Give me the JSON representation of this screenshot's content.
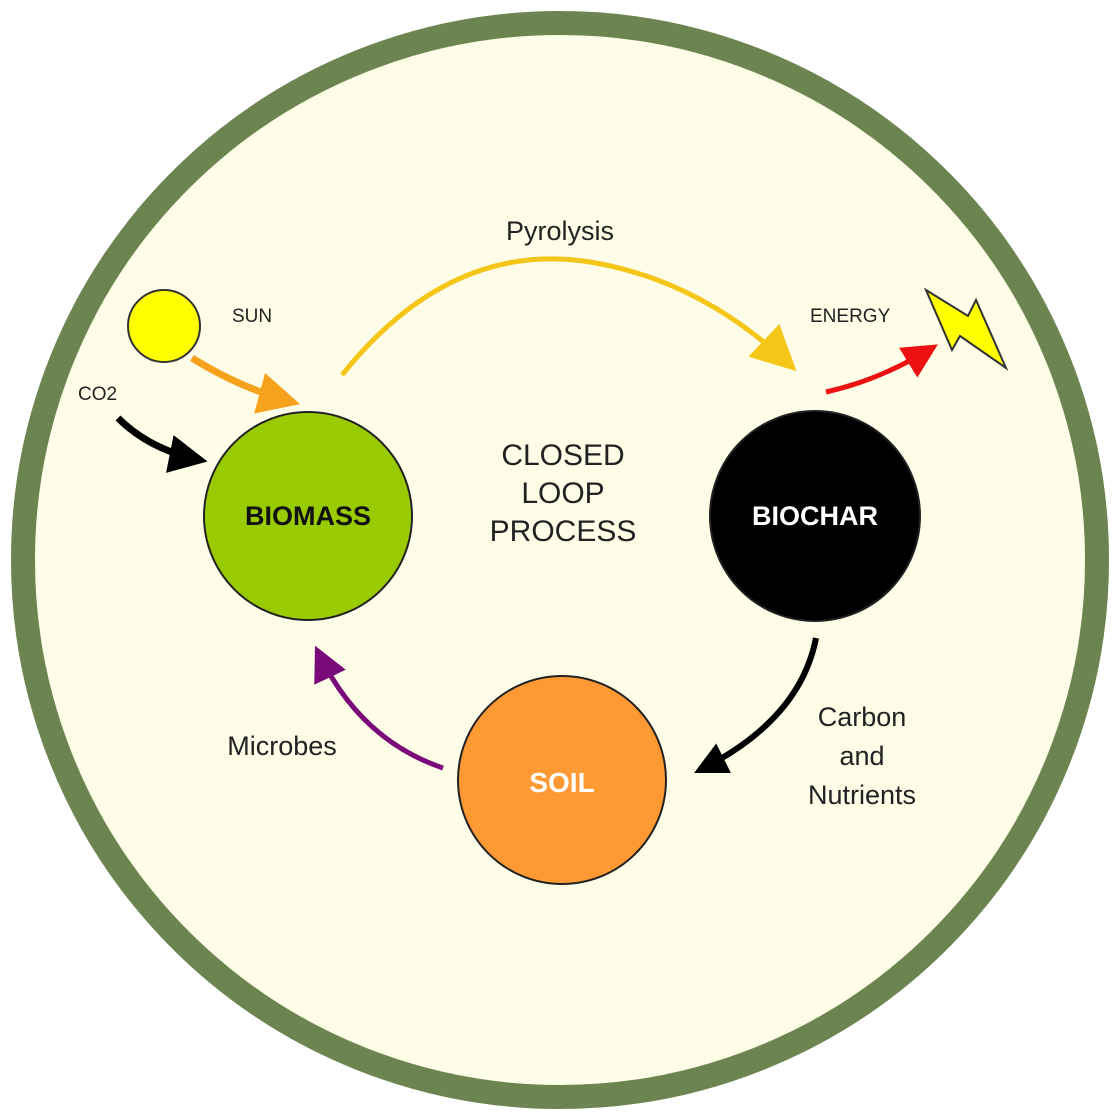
{
  "center_text": {
    "line1": "CLOSED",
    "line2": "LOOP",
    "line3": "PROCESS"
  },
  "nodes": {
    "biomass": "BIOMASS",
    "biochar": "BIOCHAR",
    "soil": "SOIL"
  },
  "labels": {
    "sun": "SUN",
    "co2": "CO2",
    "energy": "ENERGY",
    "pyrolysis": "Pyrolysis",
    "carbon_line1": "Carbon",
    "carbon_line2": "and",
    "carbon_line3": "Nutrients",
    "microbes": "Microbes"
  },
  "colors": {
    "ring": "#6b8450",
    "background": "#fdfde8",
    "biomass": "#99cc00",
    "biochar": "#000000",
    "soil": "#ff9933",
    "sun": "#ffff00",
    "pyrolysis_arrow": "#f5c518",
    "sun_arrow": "#f7a21c",
    "energy_arrow": "#ee1111",
    "microbes_arrow": "#7a0a7a",
    "bolt": "#ffff00"
  }
}
